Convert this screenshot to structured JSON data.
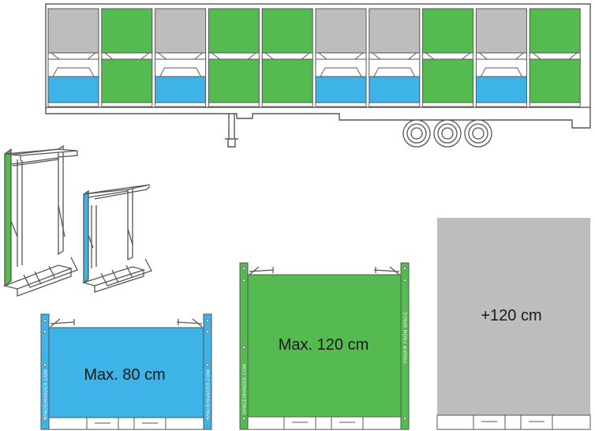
{
  "colors": {
    "green": "#55bb50",
    "blue": "#3db3e7",
    "gray": "#bdbdbd",
    "outline": "#555555"
  },
  "trailer": {
    "stacks": [
      {
        "top": "gray",
        "bottom": "blue"
      },
      {
        "top": "green",
        "bottom": "green"
      },
      {
        "top": "gray",
        "bottom": "blue"
      },
      {
        "top": "green",
        "bottom": "green"
      },
      {
        "top": "green",
        "bottom": "green"
      },
      {
        "top": "gray",
        "bottom": "blue"
      },
      {
        "top": "gray",
        "bottom": "blue"
      },
      {
        "top": "green",
        "bottom": "green"
      },
      {
        "top": "gray",
        "bottom": "blue"
      },
      {
        "top": "green",
        "bottom": "green"
      }
    ],
    "wheel_count": 3
  },
  "racks": {
    "small": {
      "label": "Max. 80 cm",
      "post_text": "SPACEINVADER.COM",
      "color": "blue"
    },
    "medium": {
      "label": "Max. 120 cm",
      "post_text_left": "SPACEINVADER.COM",
      "post_text_right": "PROFIT FROM SPACE",
      "color": "green"
    },
    "large": {
      "label": "+120 cm",
      "color": "gray"
    }
  }
}
